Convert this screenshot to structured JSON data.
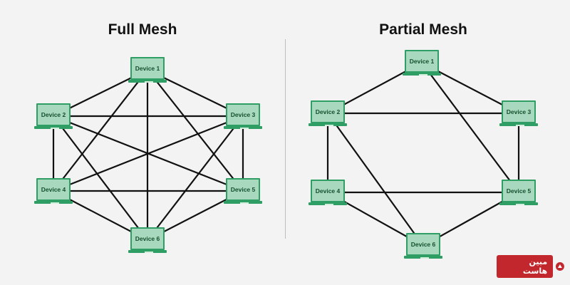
{
  "panels": [
    {
      "title": "Full Mesh",
      "devices": [
        "Device 1",
        "Device 2",
        "Device 3",
        "Device 4",
        "Device 5",
        "Device 6"
      ],
      "links": [
        [
          1,
          2
        ],
        [
          1,
          3
        ],
        [
          1,
          4
        ],
        [
          1,
          5
        ],
        [
          1,
          6
        ],
        [
          2,
          3
        ],
        [
          2,
          4
        ],
        [
          2,
          5
        ],
        [
          2,
          6
        ],
        [
          3,
          4
        ],
        [
          3,
          5
        ],
        [
          3,
          6
        ],
        [
          4,
          5
        ],
        [
          4,
          6
        ],
        [
          5,
          6
        ]
      ]
    },
    {
      "title": "Partial Mesh",
      "devices": [
        "Device 1",
        "Device 2",
        "Device 3",
        "Device 4",
        "Device 5",
        "Device 6"
      ],
      "links": [
        [
          1,
          2
        ],
        [
          1,
          3
        ],
        [
          1,
          5
        ],
        [
          2,
          3
        ],
        [
          2,
          4
        ],
        [
          2,
          6
        ],
        [
          3,
          5
        ],
        [
          4,
          5
        ],
        [
          4,
          6
        ],
        [
          5,
          6
        ]
      ]
    }
  ],
  "watermark": {
    "text": "مبین هاست",
    "color": "#c2272d"
  },
  "colors": {
    "device_fill": "#a8d8bd",
    "device_border": "#2e9e64",
    "link": "#111111",
    "background": "#f3f3f3"
  }
}
